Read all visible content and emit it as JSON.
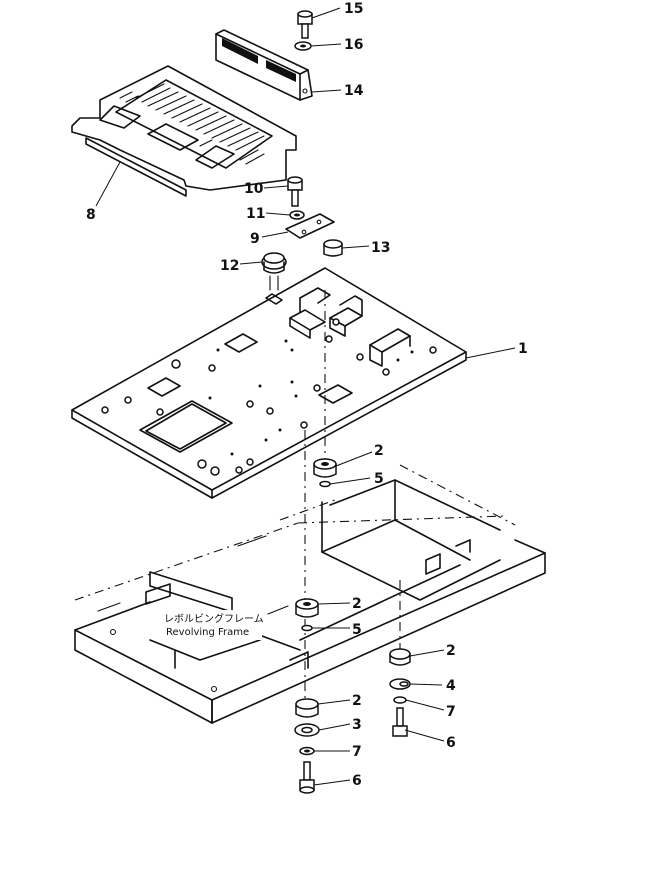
{
  "frame_label": {
    "japanese": "レボルビングフレーム",
    "english": "Revolving Frame"
  },
  "callouts": [
    {
      "id": "c15",
      "text": "15"
    },
    {
      "id": "c16",
      "text": "16"
    },
    {
      "id": "c14",
      "text": "14"
    },
    {
      "id": "c8",
      "text": "8"
    },
    {
      "id": "c10",
      "text": "10"
    },
    {
      "id": "c11",
      "text": "11"
    },
    {
      "id": "c9",
      "text": "9"
    },
    {
      "id": "c13",
      "text": "13"
    },
    {
      "id": "c12",
      "text": "12"
    },
    {
      "id": "c1",
      "text": "1"
    },
    {
      "id": "c2a",
      "text": "2"
    },
    {
      "id": "c5a",
      "text": "5"
    },
    {
      "id": "c2b",
      "text": "2"
    },
    {
      "id": "c5b",
      "text": "5"
    },
    {
      "id": "c2c",
      "text": "2"
    },
    {
      "id": "c4",
      "text": "4"
    },
    {
      "id": "c7a",
      "text": "7"
    },
    {
      "id": "c6a",
      "text": "6"
    },
    {
      "id": "c2d",
      "text": "2"
    },
    {
      "id": "c3",
      "text": "3"
    },
    {
      "id": "c7b",
      "text": "7"
    },
    {
      "id": "c6b",
      "text": "6"
    }
  ]
}
